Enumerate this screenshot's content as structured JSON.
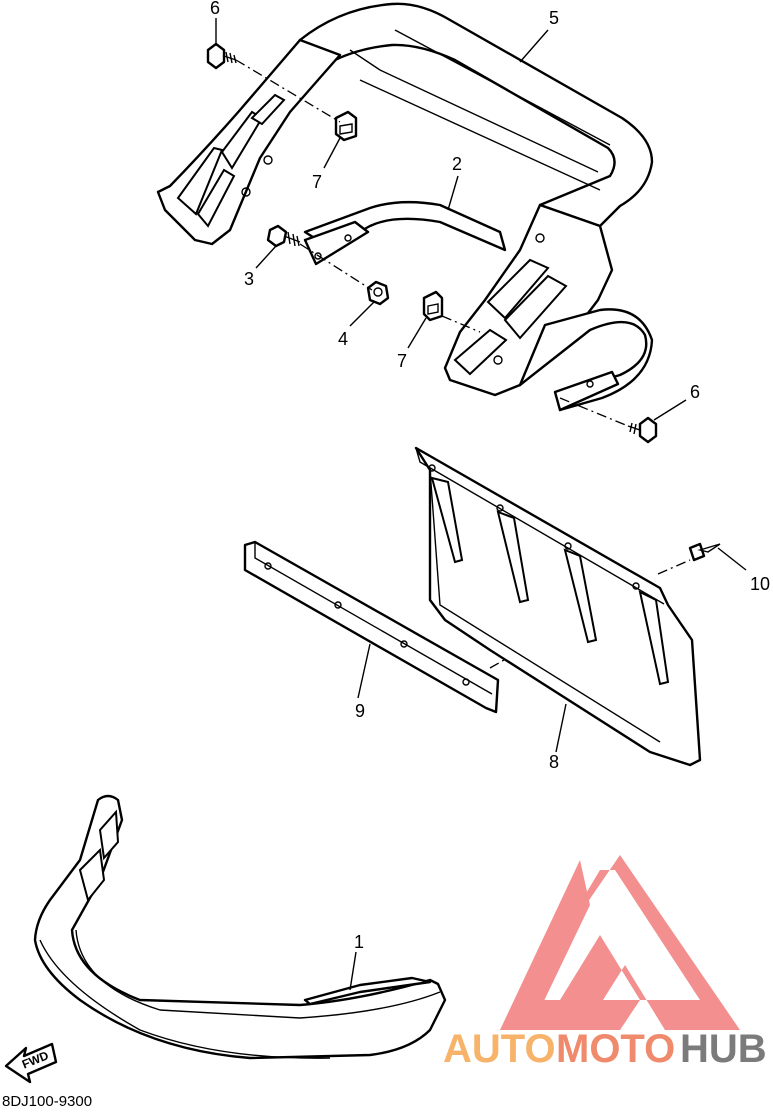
{
  "callouts": {
    "c1": "1",
    "c2": "2",
    "c3": "3",
    "c4": "4",
    "c5": "5",
    "c6a": "6",
    "c6b": "6",
    "c7a": "7",
    "c7b": "7",
    "c8": "8",
    "c9": "9",
    "c10": "10"
  },
  "fwd_label": "FWD",
  "diagram_code": "8DJ100-9300",
  "watermark": {
    "part1": "AUTO",
    "part2": "MOTO",
    "part3": "HUB",
    "color_auto": "#f7b36a",
    "color_moto": "#f08a6c",
    "color_hub": "#7b7b7b",
    "logo_color": "#f07070"
  }
}
